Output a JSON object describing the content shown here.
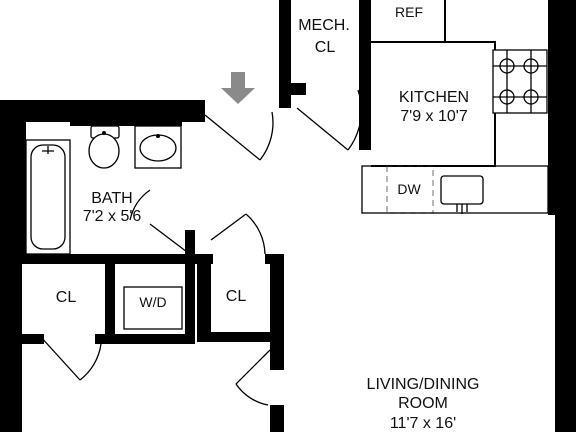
{
  "rooms": {
    "mech": {
      "line1": "MECH.",
      "line2": "CL"
    },
    "ref": {
      "label": "REF"
    },
    "kitchen": {
      "name": "KITCHEN",
      "size": "7'9 x 10'7"
    },
    "dw": {
      "label": "DW"
    },
    "bath": {
      "name": "BATH",
      "size": "7'2 x 5'6"
    },
    "closet_left": {
      "label": "CL"
    },
    "wd": {
      "label": "W/D"
    },
    "closet_mid": {
      "label": "CL"
    },
    "living": {
      "line1": "LIVING/DINING",
      "line2": "ROOM",
      "size": "11'7 x 16'"
    }
  },
  "icons": {
    "entry_arrow": "arrow-down-icon",
    "range": "stove-icon",
    "sink": "sink-icon",
    "toilet": "toilet-icon",
    "tub": "bathtub-icon"
  },
  "colors": {
    "walls": "#000000",
    "entry_arrow": "#8a8a8a",
    "dashed_counter": "#888888",
    "background": "#ffffff"
  }
}
